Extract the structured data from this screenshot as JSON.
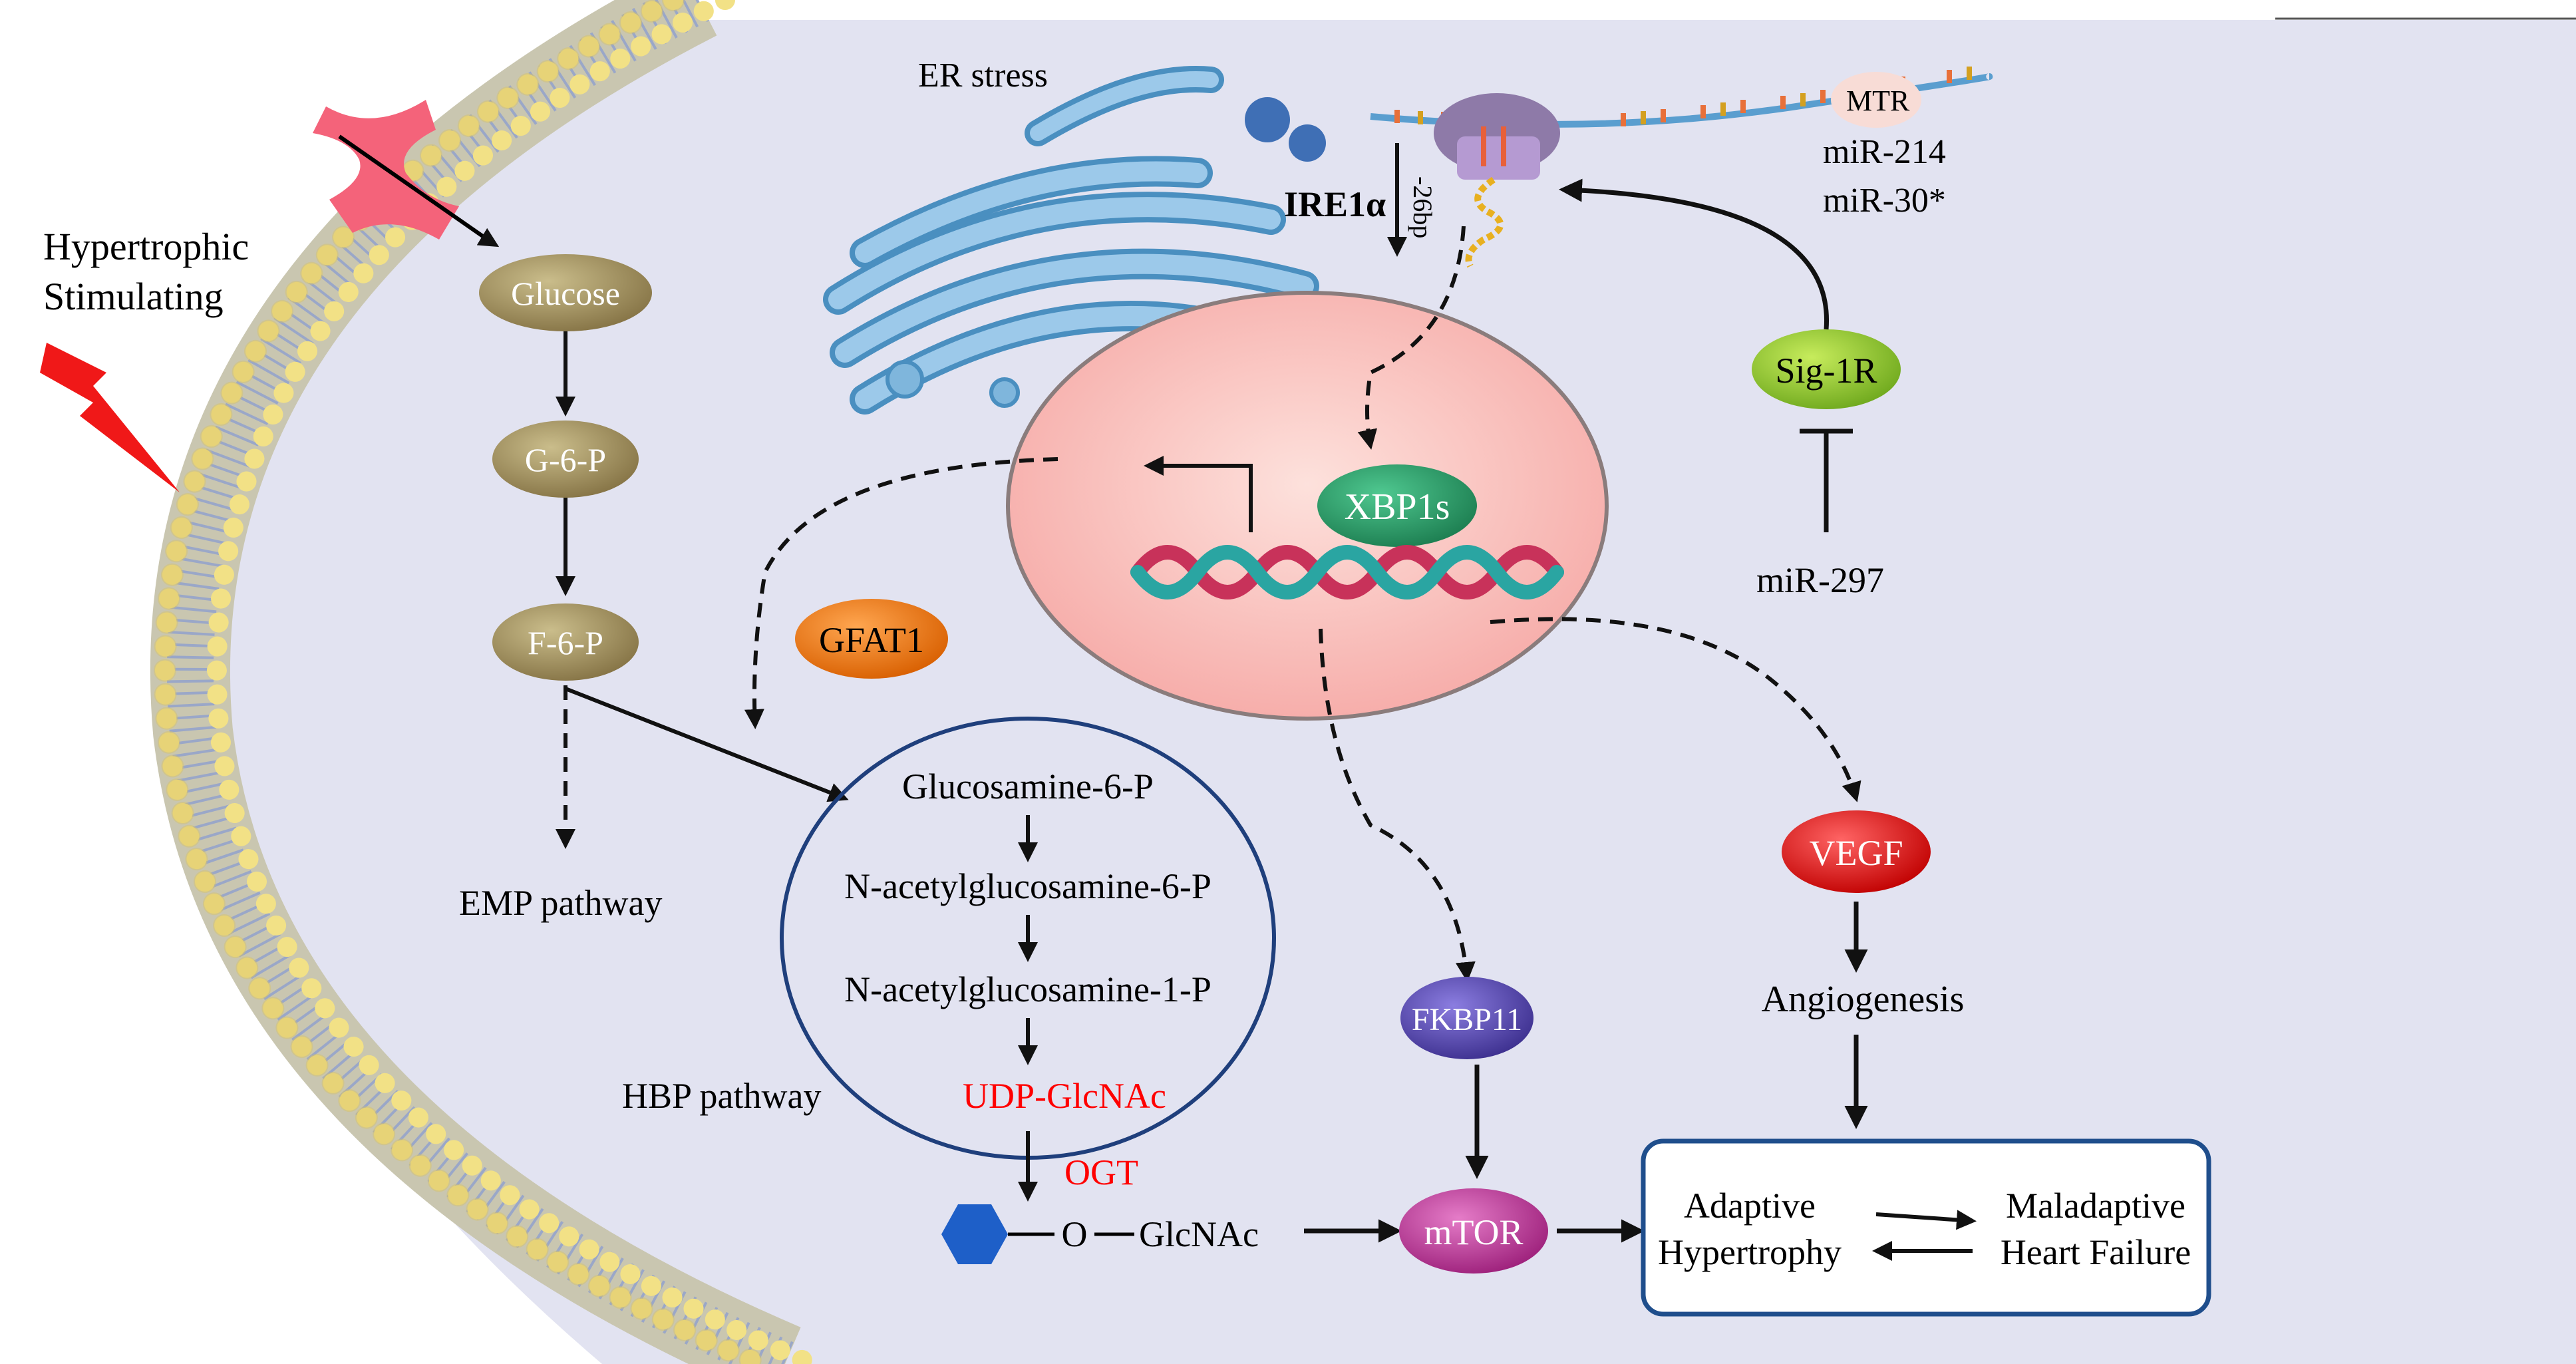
{
  "labels": {
    "stimulus": [
      "Hypertrophic",
      "Stimulating"
    ],
    "er_stress": "ER stress",
    "ire1a": "IRE1α",
    "bp26": "-26bp",
    "mtr": "MTR",
    "mir214": "miR-214",
    "mir30": "miR-30*",
    "sig1r": "Sig-1R",
    "mir297": "miR-297",
    "xbp1s": "XBP1s",
    "glucose": "Glucose",
    "g6p": "G-6-P",
    "f6p": "F-6-P",
    "gfat1": "GFAT1",
    "emp": "EMP pathway",
    "hbp": "HBP pathway",
    "glcn6p": "Glucosamine-6-P",
    "nac6p": "N-acetylglucosamine-6-P",
    "nac1p": "N-acetylglucosamine-1-P",
    "udp": "UDP-GlcNAc",
    "ogt": "OGT",
    "oglcnac_o": "O",
    "oglcnac": "GlcNAc",
    "fkbp11": "FKBP11",
    "mtor": "mTOR",
    "vegf": "VEGF",
    "angio": "Angiogenesis",
    "adaptive": [
      "Adaptive",
      "Hypertrophy"
    ],
    "maladaptive": [
      "Maladaptive",
      "Heart Failure"
    ]
  },
  "colors": {
    "cell": "#e2e3f1",
    "membrane_head": "#f2e186",
    "nucleus": "#f8b6b4",
    "er": "#7fb6dc",
    "sig1r": "#9acd32",
    "xbp1s": "#2e9e6b",
    "glucose_node": "#9c8c5c",
    "gfat1": "#f07a10",
    "fkbp11": "#5a4ab0",
    "mtor": "#c23c9c",
    "vegf": "#e21818",
    "udp": "#ff0000",
    "box_border": "#1f4e8c",
    "hexagon": "#1e5fc8"
  },
  "icons": [
    "membrane-channel-icon",
    "lightning-icon",
    "er-icon",
    "ribosome-icon",
    "dna-helix-icon",
    "hexagon-icon"
  ]
}
